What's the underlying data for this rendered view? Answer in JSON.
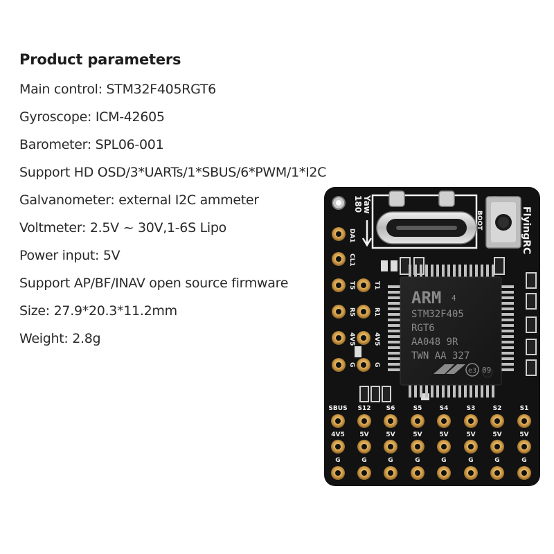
{
  "specs": {
    "title": "Product parameters",
    "lines": [
      "Main control: STM32F405RGT6",
      "Gyroscope: ICM-42605",
      "Barometer: SPL06-001",
      "Support HD OSD/3*UARTs/1*SBUS/6*PWM/1*I2C",
      "Galvanometer: external I2C ammeter",
      "Voltmeter: 2.5V ~ 30V,1-6S Lipo",
      "Power input: 5V",
      "Support AP/BF/INAV open source firmware",
      "Size: 27.9*20.3*11.2mm",
      "Weight: 2.8g"
    ]
  },
  "board": {
    "brand": "FlyingRC",
    "yaw": "Yaw",
    "yaw_angle": "180",
    "boot": "BOOT",
    "left_pads": [
      "DA1",
      "CL1",
      "T5",
      "R5",
      "4V5",
      "G"
    ],
    "inner_pads": [
      "T1",
      "R1",
      "4V5",
      "G"
    ],
    "col_headers": [
      "SBUS",
      "S12",
      "S6",
      "S5",
      "S4",
      "S3",
      "S2",
      "S1"
    ],
    "row2_labels": [
      "4V5",
      "5V",
      "5V",
      "5V",
      "5V",
      "5V",
      "5V",
      "5V"
    ],
    "row3_labels": [
      "G",
      "G",
      "G",
      "G",
      "G",
      "G",
      "G",
      "G"
    ],
    "chip": {
      "logo": "ARM",
      "line1": "STM32F405",
      "line2": "RGT6",
      "line3": "AA048 9R",
      "line4": "TWN AA 327",
      "rev": "e3",
      "code": "09",
      "corner": "4"
    },
    "colors": {
      "pcb": "#121212",
      "pad_gold": "#d4a04a",
      "silkscreen": "#f2f2f2"
    }
  }
}
